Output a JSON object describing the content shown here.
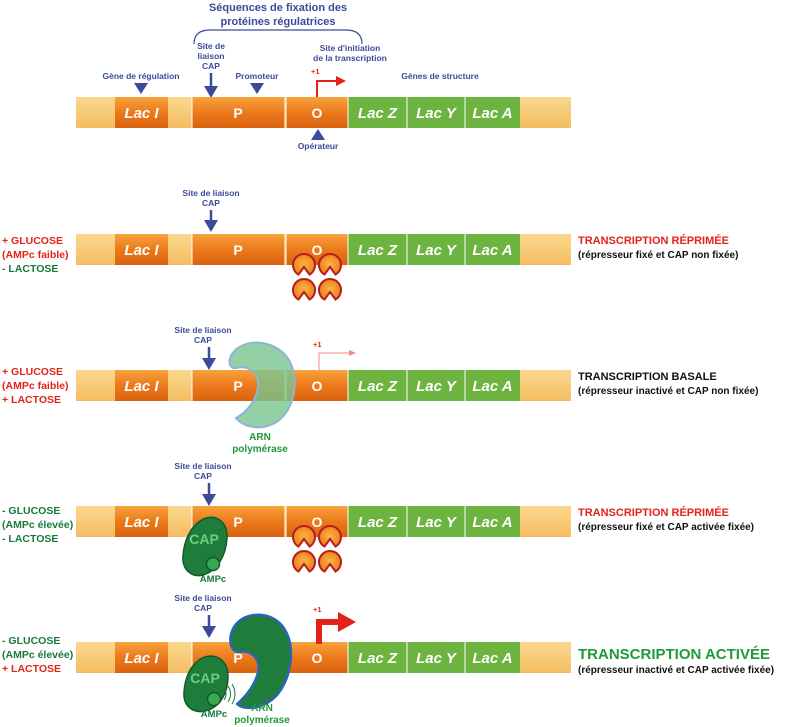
{
  "header": {
    "sequences_title_line1": "Séquences de fixation des",
    "sequences_title_line2": "protéines régulatrices",
    "site_cap_line1": "Site de",
    "site_cap_line2": "liaison",
    "site_cap_line3": "CAP",
    "site_init_line1": "Site d'initiation",
    "site_init_line2": "de la transcription",
    "plus_one": "+1",
    "gene_regulation": "Gène de régulation",
    "promoteur": "Promoteur",
    "genes_structure": "Gènes de structure",
    "operateur": "Opérateur"
  },
  "segments": {
    "lac_i": "Lac I",
    "p": "P",
    "o": "O",
    "lac_z": "Lac Z",
    "lac_y": "Lac Y",
    "lac_a": "Lac A"
  },
  "site_label_line1": "Site de liaison",
  "site_label_line2": "CAP",
  "rows": [
    {
      "cond": [
        "+ GLUCOSE",
        "(AMPc faible)",
        "- LACTOSE"
      ],
      "result_title": "TRANSCRIPTION RÉPRIMÉE",
      "result_sub": "(répresseur fixé et CAP non fixée)"
    },
    {
      "cond": [
        "+ GLUCOSE",
        "(AMPc faible)",
        "+ LACTOSE"
      ],
      "result_title": "TRANSCRIPTION BASALE",
      "result_sub": "(répresseur inactivé et CAP non fixée)",
      "polymerase_line1": "ARN",
      "polymerase_line2": "polymérase",
      "plus_one": "+1"
    },
    {
      "cond": [
        "- GLUCOSE",
        "(AMPc élevée)",
        "- LACTOSE"
      ],
      "result_title": "TRANSCRIPTION RÉPRIMÉE",
      "result_sub": "(répresseur fixé et CAP activée fixée)",
      "cap": "CAP",
      "ampc": "AMPc"
    },
    {
      "cond": [
        "- GLUCOSE",
        "(AMPc élevée)",
        "+ LACTOSE"
      ],
      "result_title": "TRANSCRIPTION ACTIVÉE",
      "result_sub": "(répresseur inactivé et CAP activée fixée)",
      "cap": "CAP",
      "ampc": "AMPc",
      "polymerase_line1": "ARN",
      "polymerase_line2": "polymérase",
      "plus_one": "+1"
    }
  ],
  "colors": {
    "repressed": "#e2231a",
    "basal": "#111111",
    "activated": "#1f9a3a",
    "condition_plus_glucose": "#e2231a",
    "condition_minus_glucose": "#177a3a"
  }
}
